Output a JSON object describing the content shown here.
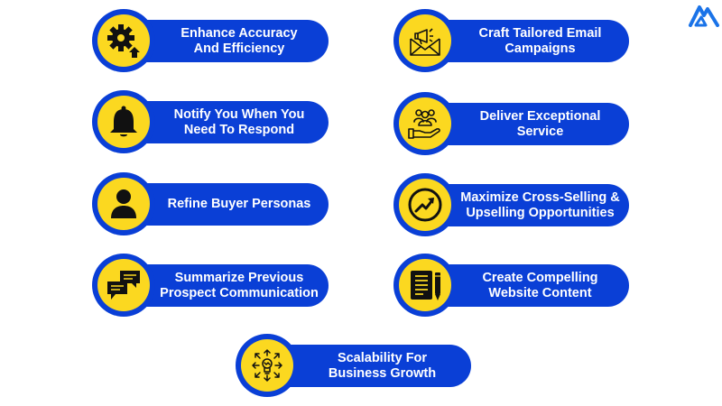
{
  "colors": {
    "pill_blue": "#0a3fd6",
    "icon_yellow": "#fbd820",
    "icon_black": "#111111",
    "text_white": "#ffffff",
    "logo_blue": "#1a73e8"
  },
  "logo": {
    "icon": "mountain-logo-icon"
  },
  "items": [
    {
      "icon": "gear-arrow-up-icon",
      "line1": "Enhance Accuracy",
      "line2": "And Efficiency"
    },
    {
      "icon": "megaphone-envelope-icon",
      "line1": "Craft Tailored Email",
      "line2": "Campaigns"
    },
    {
      "icon": "bell-icon",
      "line1": "Notify You When You",
      "line2": "Need To Respond"
    },
    {
      "icon": "hand-holding-people-icon",
      "line1": "Deliver Exceptional",
      "line2": "Service"
    },
    {
      "icon": "person-icon",
      "line1": "Refine Buyer Personas",
      "line2": ""
    },
    {
      "icon": "trend-up-circle-icon",
      "line1": "Maximize Cross-Selling &",
      "line2": "Upselling Opportunities"
    },
    {
      "icon": "chat-bubbles-icon",
      "line1": "Summarize Previous",
      "line2": "Prospect Communication"
    },
    {
      "icon": "document-pencil-icon",
      "line1": "Create Compelling",
      "line2": "Website Content"
    },
    {
      "icon": "lightbulb-arrows-icon",
      "line1": "Scalability For",
      "line2": "Business Growth"
    }
  ]
}
